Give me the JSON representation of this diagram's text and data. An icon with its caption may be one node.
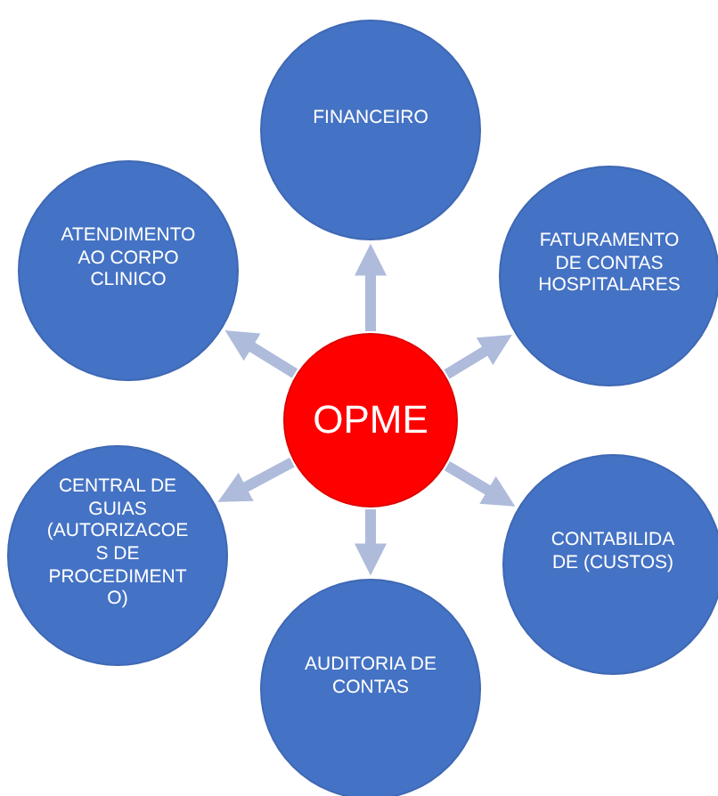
{
  "diagram": {
    "nodes": [
      {
        "text": [
          "FINANCEIRO"
        ]
      },
      {
        "text": [
          "ATENDIMENTO AO CORPO CLINICO"
        ]
      },
      {
        "text": [
          "FATURAMENTO DE CONTAS HOSPITALARES"
        ]
      },
      {
        "text": [
          "OPME"
        ]
      },
      {
        "text": [
          "CENTRAL DE GUIAS (AUTORIZACOES DE PROCEDIMENTO)"
        ]
      },
      {
        "text": [
          "CONTABILIDADE (CUSTOS)"
        ]
      },
      {
        "text": [
          "AUDITORIA DE CONTAS"
        ]
      }
    ],
    "edges": [
      {
        "from": 3,
        "to": 0,
        "arrow": "to"
      },
      {
        "from": 3,
        "to": 2,
        "arrow": "to"
      },
      {
        "from": 3,
        "to": 5,
        "arrow": "to"
      },
      {
        "from": 3,
        "to": 6,
        "arrow": "to"
      },
      {
        "from": 3,
        "to": 4,
        "arrow": "to"
      },
      {
        "from": 3,
        "to": 1,
        "arrow": "to"
      }
    ]
  }
}
